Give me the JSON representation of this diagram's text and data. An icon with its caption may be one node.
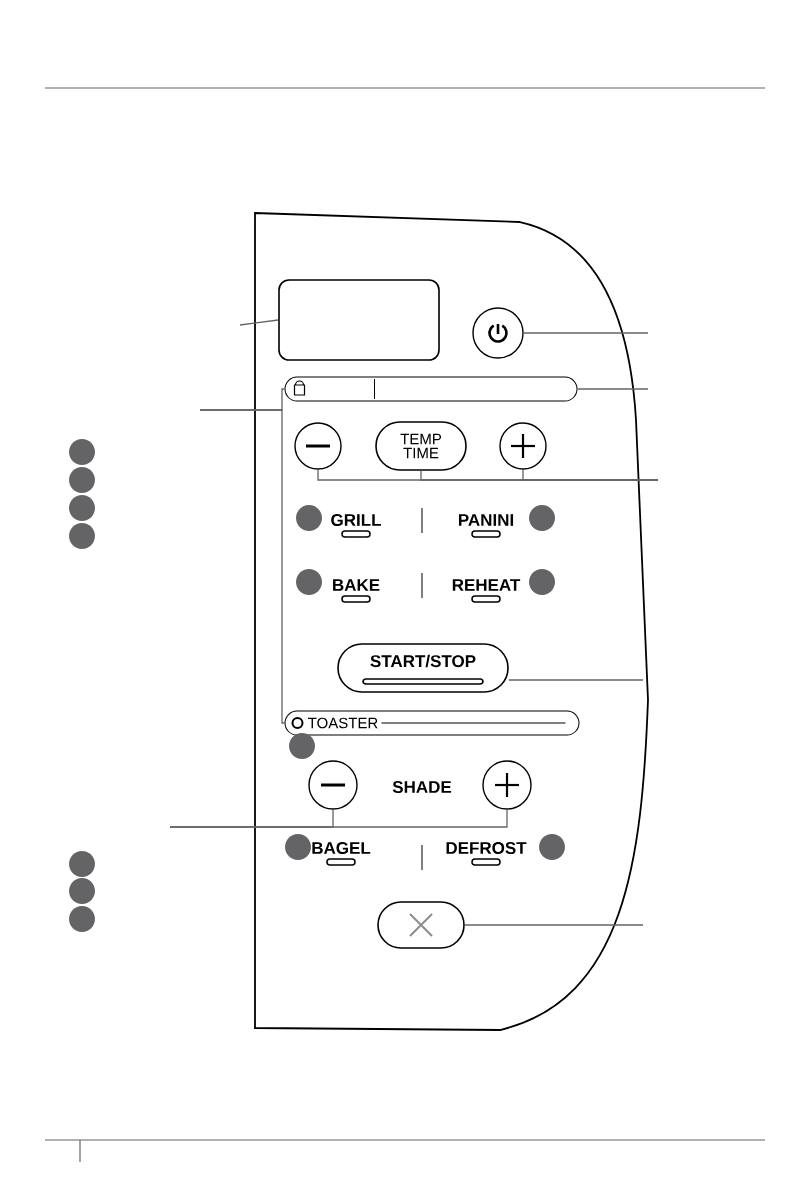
{
  "diagram": {
    "nodes": [
      {
        "text": [],
        "shape": "box"
      },
      {
        "text": [],
        "shape": "box",
        "in": 0
      },
      {
        "text": [],
        "shape": "circle",
        "in": 0
      },
      {
        "text": [],
        "shape": "bar",
        "in": 0
      },
      {
        "text": [],
        "shape": "circle",
        "in": 0
      },
      {
        "text": [
          "TEMP TIME"
        ],
        "in": 0
      },
      {
        "text": [],
        "shape": "circle",
        "in": 0
      },
      {
        "text": [
          "START/STOP"
        ],
        "in": 0
      },
      {
        "text": [
          "TOASTER"
        ],
        "in": 0
      },
      {
        "text": [],
        "shape": "circle",
        "in": 0
      },
      {
        "text": [],
        "shape": "circle",
        "in": 0
      },
      {
        "text": [],
        "shape": "box",
        "in": 0
      }
    ],
    "edges": [
      {
        "from": null,
        "to": 1,
        "arrow": "none"
      },
      {
        "from": null,
        "to": 3,
        "arrow": "none"
      },
      {
        "from": 2,
        "to": null,
        "arrow": "none"
      },
      {
        "from": 3,
        "to": null,
        "arrow": "none"
      },
      {
        "from": 4,
        "to": null,
        "arrow": "none"
      },
      {
        "from": 5,
        "to": null,
        "arrow": "none"
      },
      {
        "from": 6,
        "to": null,
        "arrow": "none"
      },
      {
        "from": 7,
        "to": null,
        "arrow": "none"
      },
      {
        "from": null,
        "to": 9,
        "arrow": "none"
      },
      {
        "from": null,
        "to": 10,
        "arrow": "none"
      },
      {
        "from": 11,
        "to": null,
        "arrow": "none"
      },
      {
        "from": null,
        "to": 8,
        "arrow": "none"
      }
    ],
    "labels": [
      "GRILL",
      "PANINI",
      "BAKE",
      "REHEAT",
      "SHADE",
      "BAGEL",
      "DEFROST"
    ]
  }
}
